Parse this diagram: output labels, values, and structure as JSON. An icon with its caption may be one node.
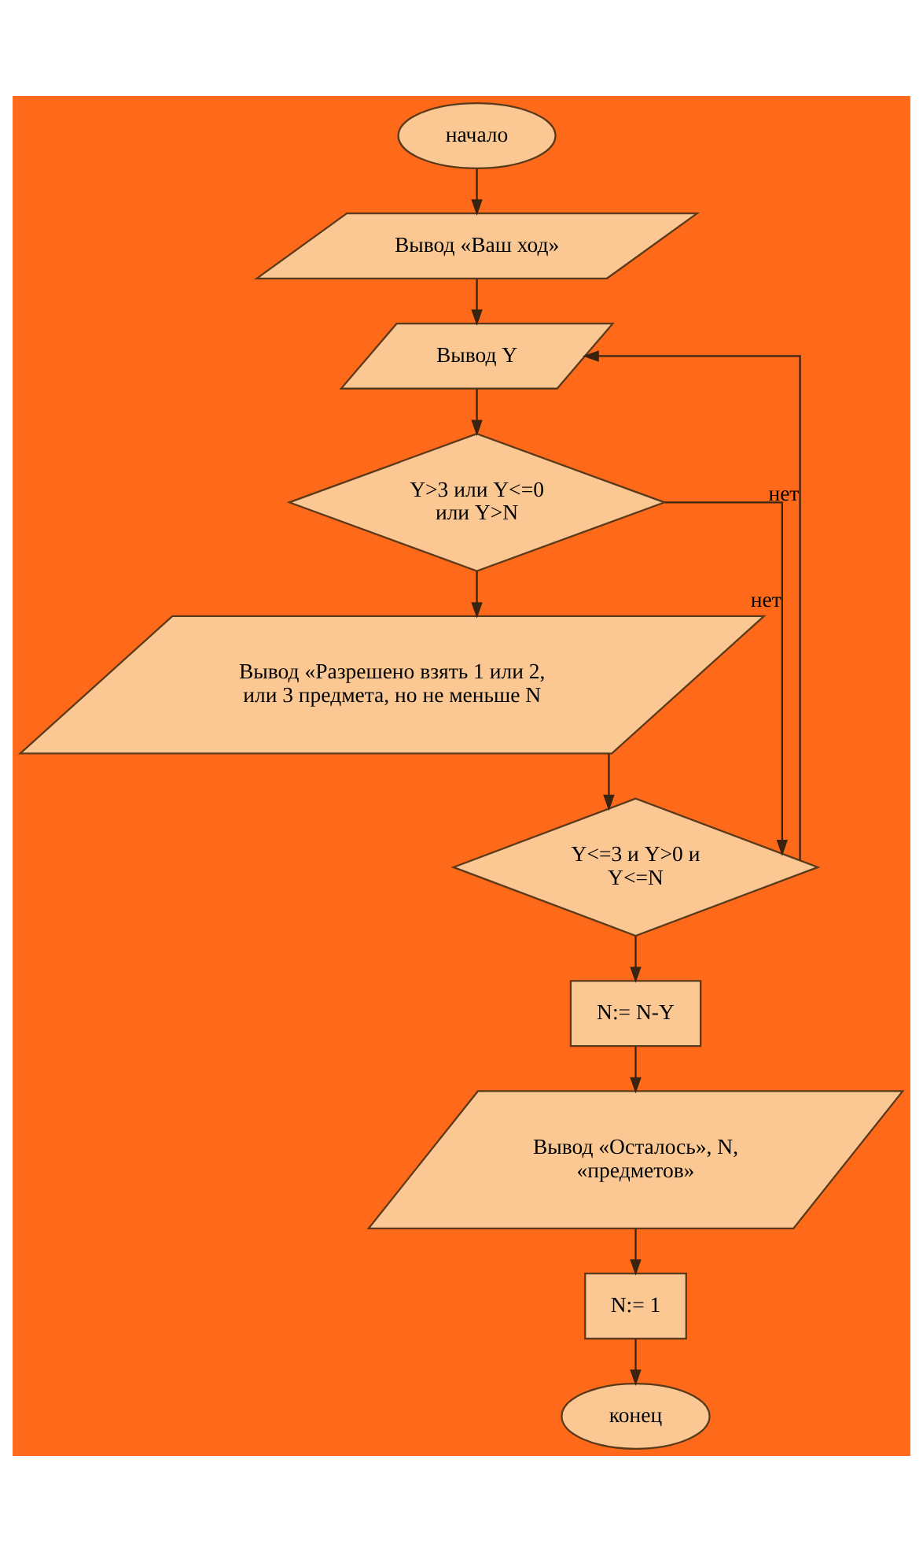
{
  "diagram": {
    "nodes": [
      {
        "text": [
          "начало"
        ]
      },
      {
        "text": [
          "Вывод «Ваш ход»"
        ]
      },
      {
        "text": [
          "Вывод Y"
        ]
      },
      {
        "text": [
          "Y>3 или Y<=0 или Y>N"
        ]
      },
      {
        "text": [
          "Вывод «Разрешено взять 1 или 2, или 3 предмета, но не меньше N"
        ]
      },
      {
        "text": [
          "Y<=3 и Y>0 и Y<=N"
        ]
      },
      {
        "text": [
          "N:= N-Y"
        ]
      },
      {
        "text": [
          "Вывод «Осталось», N, «предметов»"
        ]
      },
      {
        "text": [
          "N:= 1"
        ]
      },
      {
        "text": [
          "конец"
        ]
      }
    ],
    "edges": [
      {
        "from": 0,
        "to": 1,
        "arrow": "to"
      },
      {
        "from": 1,
        "to": 2,
        "arrow": "to"
      },
      {
        "from": 2,
        "to": 3,
        "arrow": "to"
      },
      {
        "from": 3,
        "to": 4,
        "arrow": "to"
      },
      {
        "from": 3,
        "to": 5,
        "arrow": "to",
        "label": "нет"
      },
      {
        "from": 4,
        "to": 5,
        "arrow": "to"
      },
      {
        "from": 5,
        "to": 2,
        "arrow": "to",
        "label": "нет"
      },
      {
        "from": 5,
        "to": 6,
        "arrow": "to"
      },
      {
        "from": 6,
        "to": 7,
        "arrow": "to"
      },
      {
        "from": 7,
        "to": 8,
        "arrow": "to"
      },
      {
        "from": 8,
        "to": 9,
        "arrow": "to"
      }
    ]
  }
}
